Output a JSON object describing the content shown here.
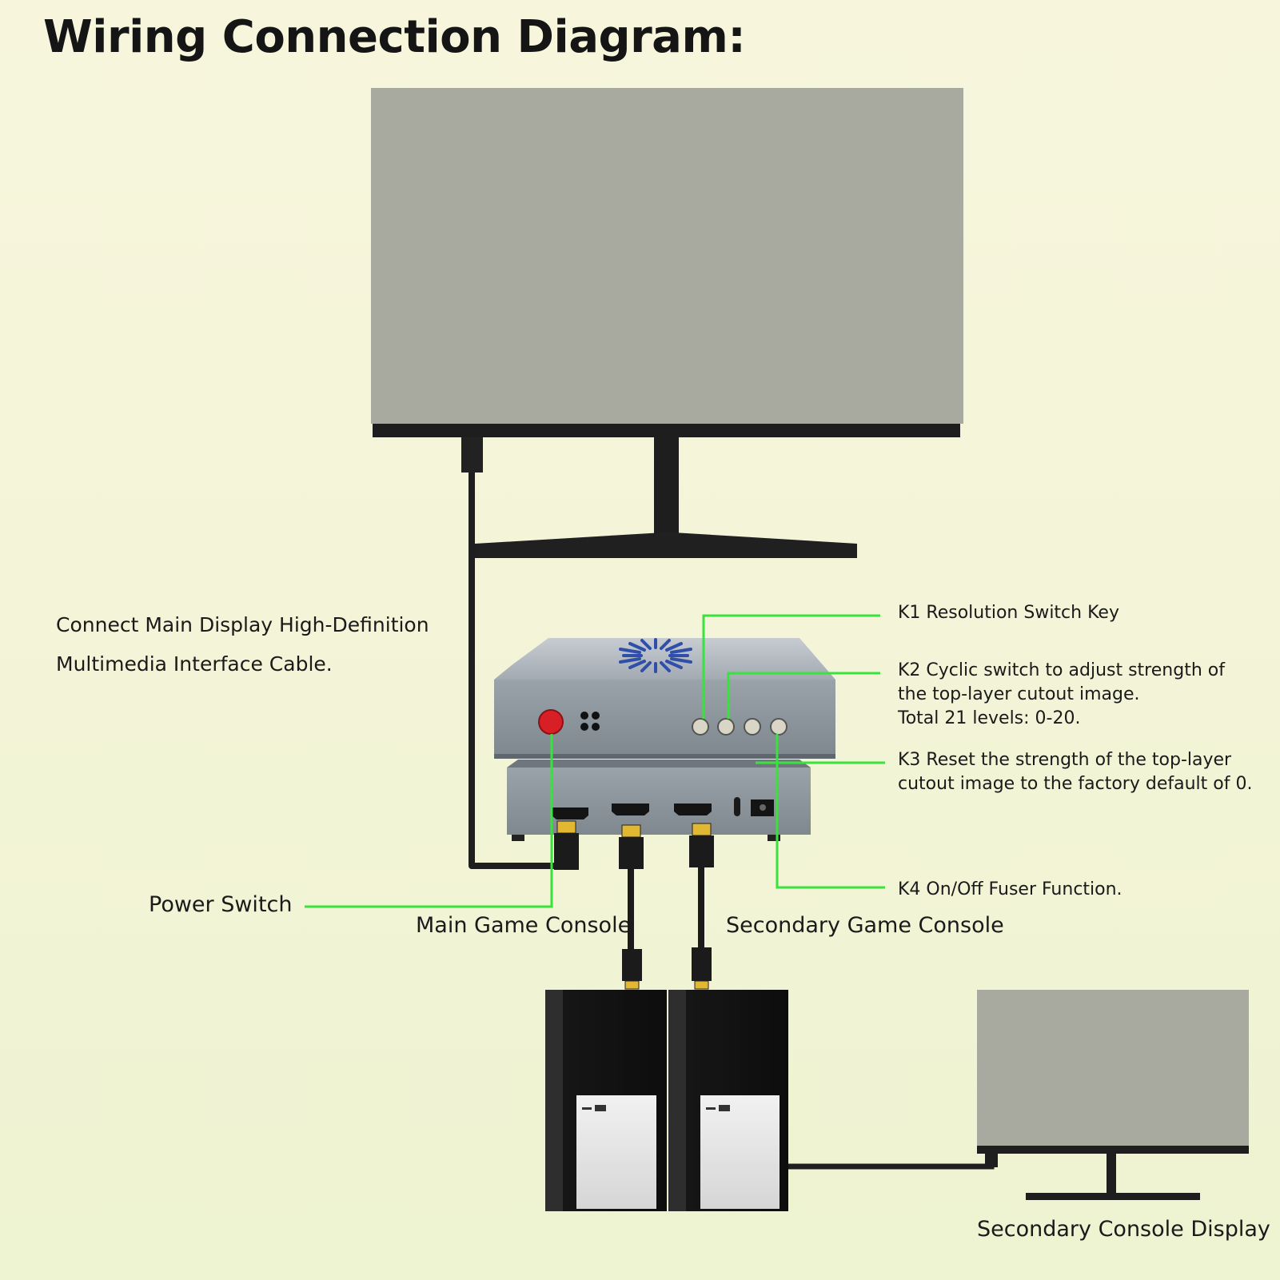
{
  "title": "Wiring Connection Diagram:",
  "main_display_note": [
    "Connect Main Display High-Definition",
    "Multimedia Interface Cable."
  ],
  "callouts": {
    "k1": [
      "K1 Resolution Switch Key"
    ],
    "k2": [
      "K2 Cyclic switch to adjust strength of",
      "the top-layer cutout image.",
      "Total 21 levels: 0-20."
    ],
    "k3": [
      "K3 Reset the strength of the top-layer",
      "cutout image to the factory default of 0."
    ],
    "k4": [
      "K4 On/Off Fuser Function."
    ]
  },
  "labels": {
    "power_switch": "Power Switch",
    "main_console": "Main Game Console",
    "secondary_console": "Secondary Game Console",
    "secondary_display": "Secondary Console Display"
  },
  "colors": {
    "background": "#f5f5da",
    "leader_lines": "#39e23c",
    "screen": "#a9aaa1",
    "bezel": "#1b1b1b",
    "device_body": "#8e969e",
    "power_button": "#d81f26"
  }
}
